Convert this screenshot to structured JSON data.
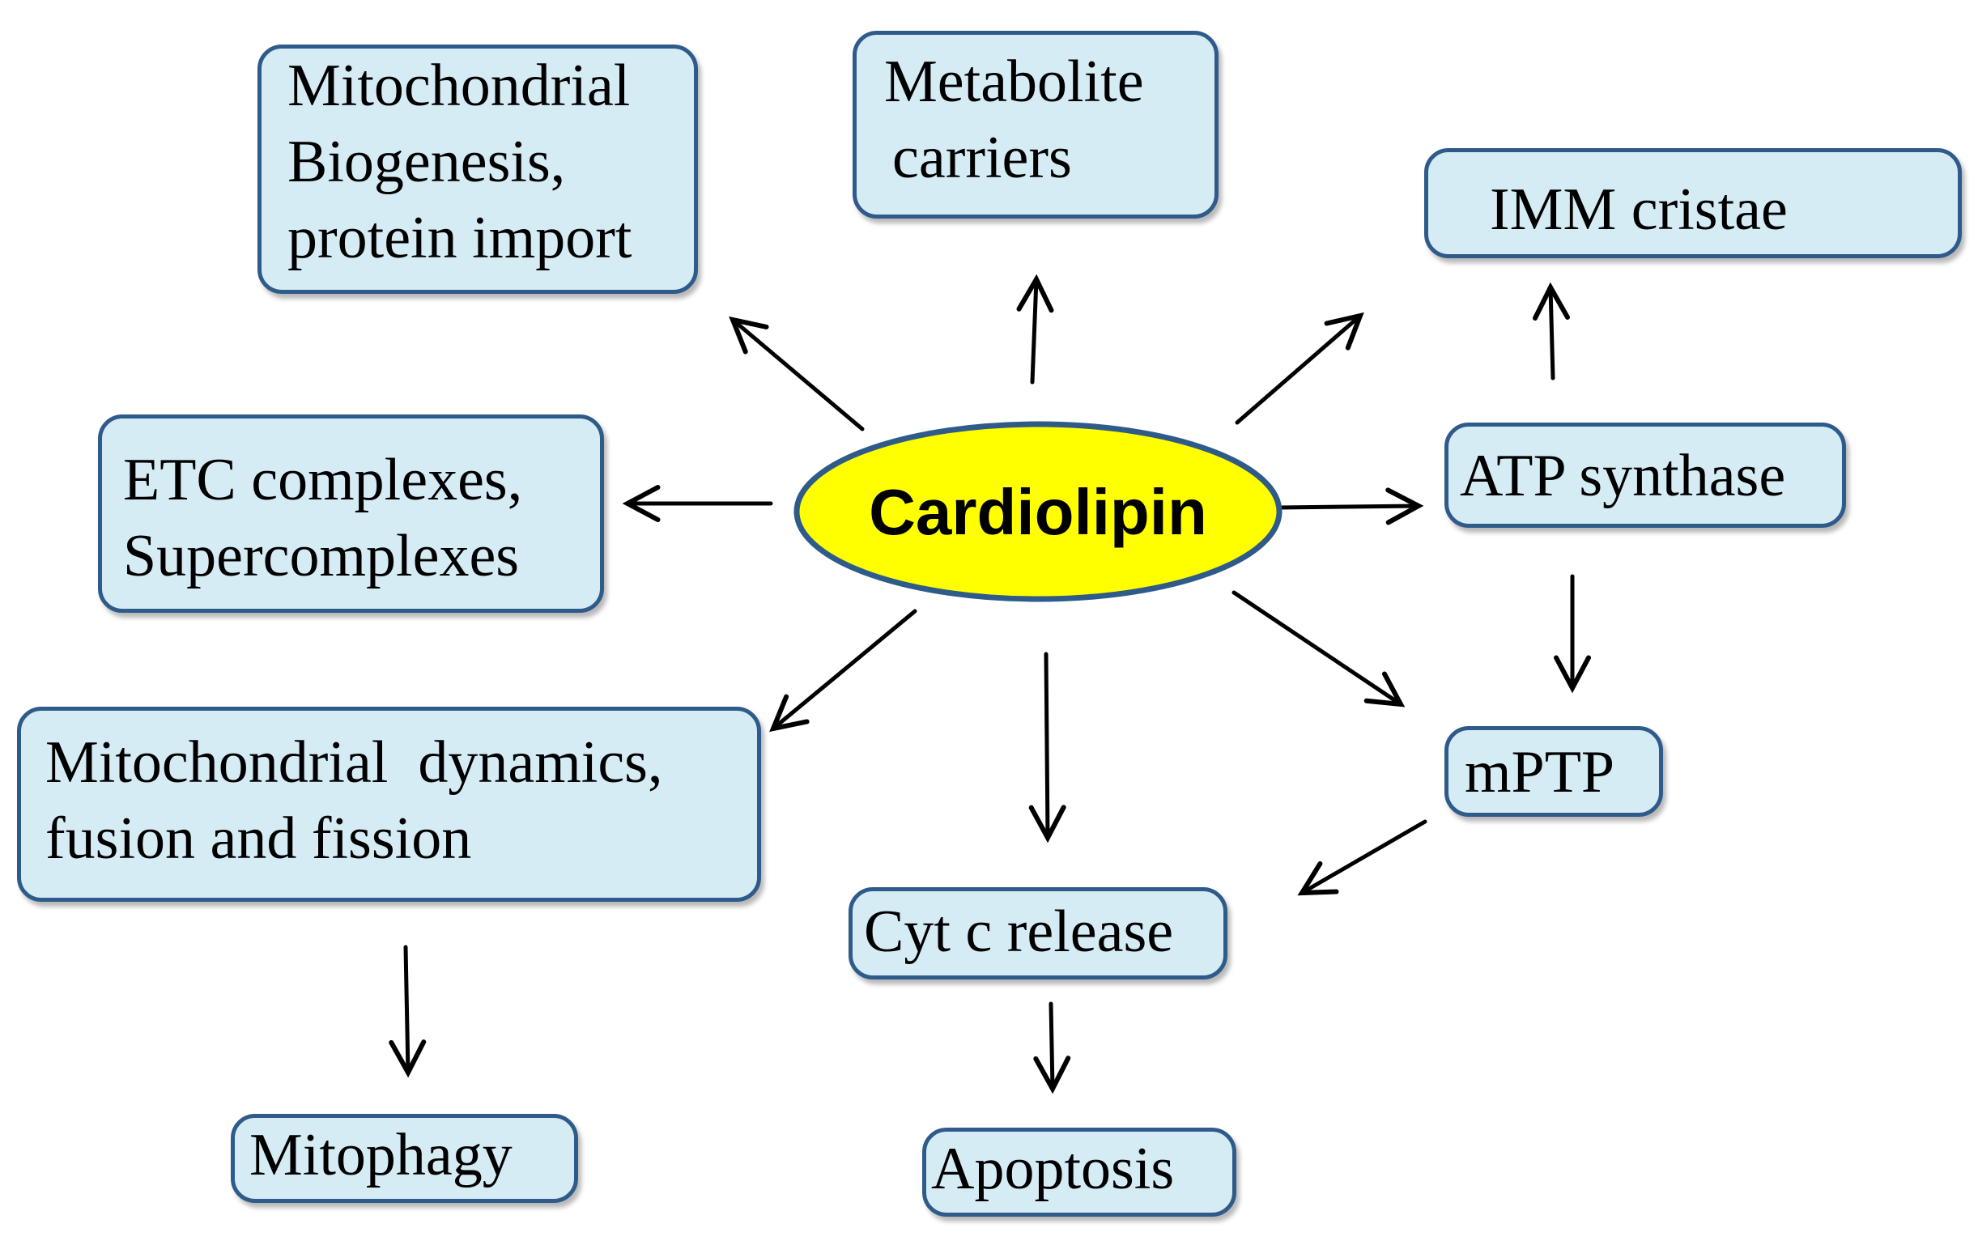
{
  "diagram": {
    "center": {
      "label": "Cardiolipin",
      "fill": "#ffff00",
      "stroke": "#2f5b8a"
    },
    "box_fill": "#d6ecf5",
    "box_stroke": "#2f5b8a",
    "arrow_color": "#000000",
    "nodes": {
      "biogenesis": {
        "lines": [
          "Mitochondrial",
          "Biogenesis,",
          "protein import"
        ]
      },
      "metabolite": {
        "lines": [
          "Metabolite",
          "carriers"
        ]
      },
      "cristae": {
        "lines": [
          "IMM cristae"
        ]
      },
      "etc": {
        "lines": [
          "ETC complexes,",
          "Supercomplexes"
        ]
      },
      "atp": {
        "lines": [
          "ATP synthase"
        ]
      },
      "dynamics": {
        "lines": [
          "Mitochondrial  dynamics,",
          "fusion and fission"
        ]
      },
      "mptp": {
        "lines": [
          "mPTP"
        ]
      },
      "cytc": {
        "lines": [
          "Cyt c release"
        ]
      },
      "mitophagy": {
        "lines": [
          "Mitophagy"
        ]
      },
      "apoptosis": {
        "lines": [
          "Apoptosis"
        ]
      }
    },
    "edges": [
      {
        "from": "cardiolipin",
        "to": "biogenesis"
      },
      {
        "from": "cardiolipin",
        "to": "metabolite"
      },
      {
        "from": "cardiolipin",
        "to": "cristae"
      },
      {
        "from": "cardiolipin",
        "to": "etc"
      },
      {
        "from": "cardiolipin",
        "to": "atp"
      },
      {
        "from": "cardiolipin",
        "to": "dynamics"
      },
      {
        "from": "cardiolipin",
        "to": "cytc"
      },
      {
        "from": "cardiolipin",
        "to": "mptp"
      },
      {
        "from": "atp",
        "to": "cristae"
      },
      {
        "from": "atp",
        "to": "mptp"
      },
      {
        "from": "mptp",
        "to": "cytc"
      },
      {
        "from": "dynamics",
        "to": "mitophagy"
      },
      {
        "from": "cytc",
        "to": "apoptosis"
      }
    ]
  }
}
